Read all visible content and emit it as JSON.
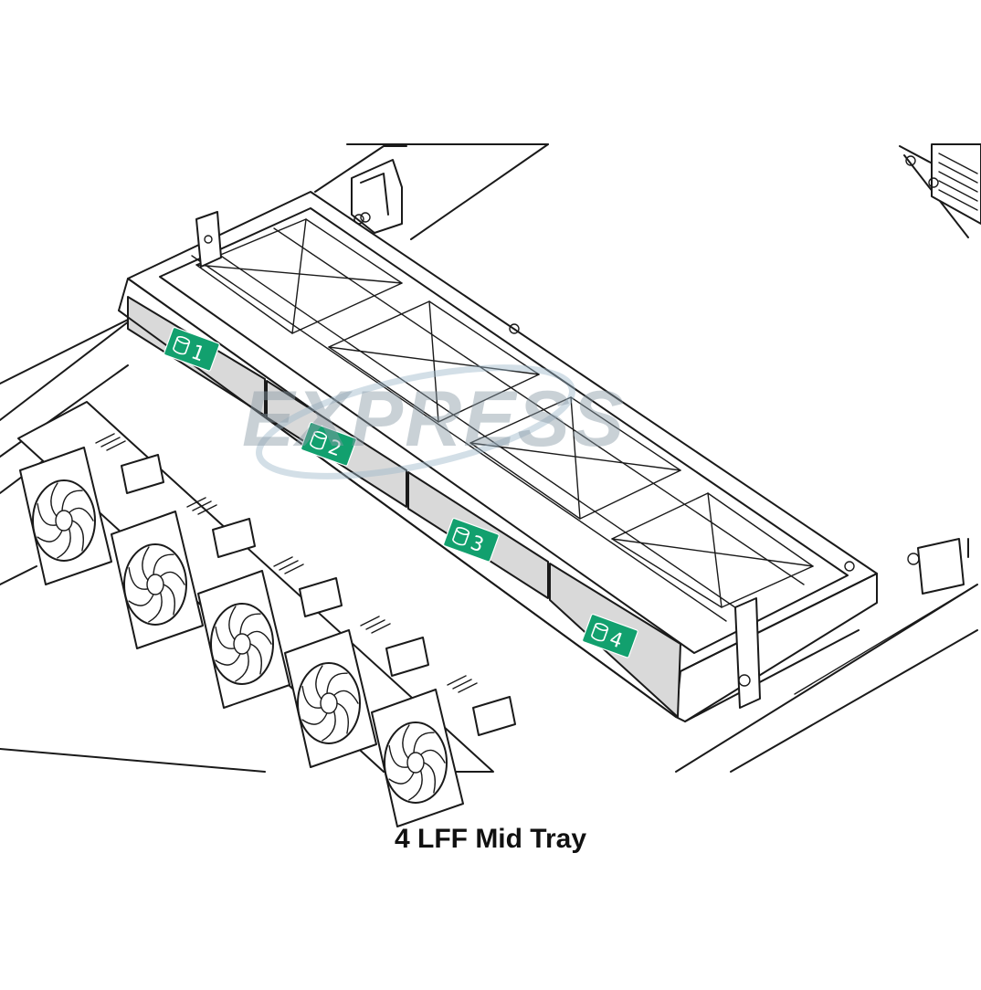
{
  "figure": {
    "caption": "4 LFF Mid Tray",
    "watermark": "EXPRESS",
    "bays": [
      {
        "label": "1"
      },
      {
        "label": "2"
      },
      {
        "label": "3"
      },
      {
        "label": "4"
      }
    ],
    "colors": {
      "bay_label": "#12a06e",
      "bay_face": "#d9d9d9",
      "line": "#1a1a1a"
    },
    "icons": [
      "drive-icon",
      "fan-icon"
    ]
  }
}
